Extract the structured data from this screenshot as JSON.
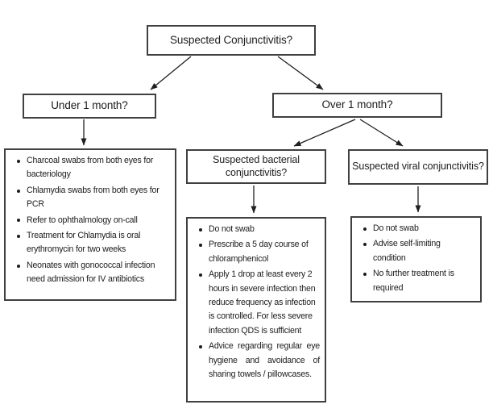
{
  "flowchart": {
    "title_node": {
      "label": "Suspected Conjunctivitis?"
    },
    "under_node": {
      "label": "Under 1 month?"
    },
    "over_node": {
      "label": "Over 1 month?"
    },
    "bacterial_node": {
      "label": "Suspected bacterial conjunctivitis?"
    },
    "viral_node": {
      "label": "Suspected viral conjunctivitis?"
    },
    "under_actions": [
      "Charcoal swabs from both eyes for bacteriology",
      "Chlamydia swabs from both eyes for PCR",
      "Refer to ophthalmology on-call",
      "Treatment for Chlamydia is oral erythromycin for two weeks",
      "Neonates with gonococcal infection need admission for IV antibiotics"
    ],
    "bacterial_actions": [
      "Do not swab",
      "Prescribe a 5 day course of chloramphenicol",
      "Apply 1 drop at least every 2 hours in severe infection then reduce frequency as infection is controlled. For less severe infection QDS is sufficient",
      "Advice regarding regular eye hygiene and avoidance of sharing towels / pillowcases."
    ],
    "viral_actions": [
      "Do not swab",
      "Advise self-limiting condition",
      "No further treatment is required"
    ],
    "colors": {
      "border": "#404040",
      "text": "#1c1c1c",
      "arrow": "#1f1f1f",
      "background": "#ffffff"
    }
  }
}
